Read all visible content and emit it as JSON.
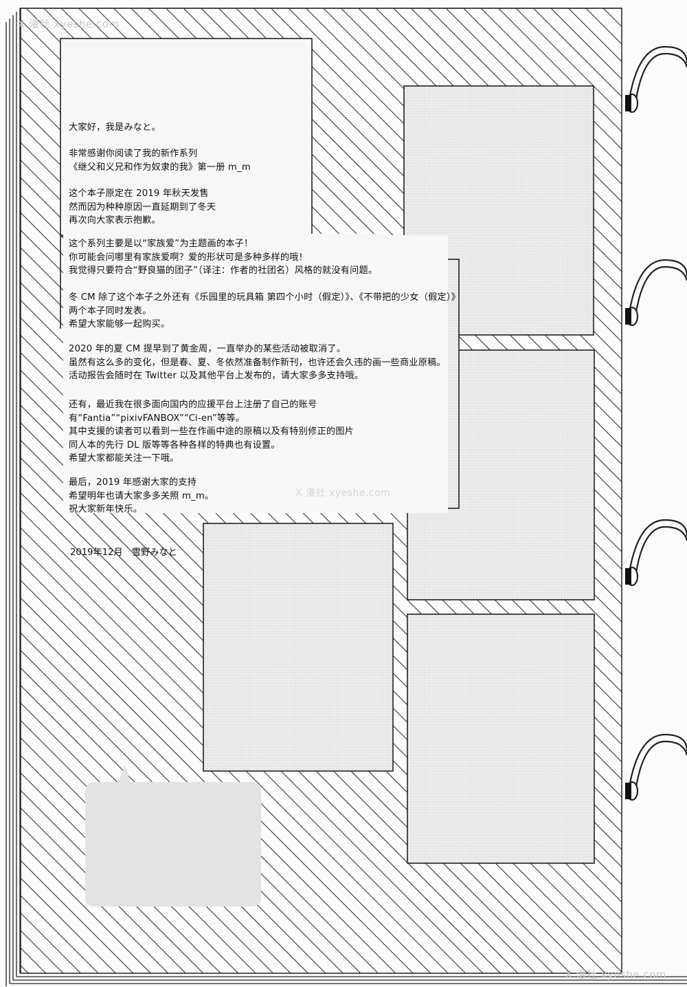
{
  "watermarks": {
    "top": "X 漫社 xyeshe.com",
    "middle": "X 漫社 xyeshe.com",
    "bottom": "X 漫社 xyeshe.com"
  },
  "afterword": {
    "greeting": "大家好，我是みなと。",
    "thanks": [
      "非常感谢你阅读了我的新作系列",
      "《继父和义兄和作为奴隶的我》第一册 m_m"
    ],
    "delay": [
      "这个本子原定在 2019 年秋天发售",
      "然而因为种种原因一直延期到了冬天",
      "再次向大家表示抱歉。"
    ],
    "series": [
      "这个系列主要是以“家族爱”为主题画的本子！",
      "你可能会问哪里有家族爱啊？爱的形状可是多种多样的哦！",
      "我觉得只要符合“野良猫的团子”（译注：作者的社团名）风格的就没有问题。"
    ],
    "winter_cm": [
      "冬 CM 除了这个本子之外还有《乐园里的玩具箱 第四个小时（假定）》、《不带把的少女（假定）》",
      "两个本子同时发表。",
      "希望大家能够一起购买。"
    ],
    "summer_cm": [
      "2020 年的夏 CM 提早到了黄金周，一直举办的某些活动被取消了。",
      "虽然有这么多的变化，但是春、夏、冬依然准备制作新刊，也许还会久违的画一些商业原稿。",
      "活动报告会随时在 Twitter 以及其他平台上发布的，请大家多多支持哦。"
    ],
    "fan_platforms": [
      "还有，最近我在很多面向国内的应援平台上注册了自己的账号",
      "有“Fantia”“pixivFANBOX”“Ci-en”等等。",
      "其中支援的读者可以看到一些在作画中途的原稿以及有特别修正的图片",
      "同人本的先行 DL 版等等各种各样的特典也有设置。",
      "希望大家都能关注一下哦。"
    ],
    "closing": [
      "最后，2019 年感谢大家的支持",
      "希望明年也请大家多多关照 m_m。",
      "祝大家新年快乐。"
    ],
    "signature": "2019年12月　雪野みなと"
  },
  "colors": {
    "ink": "#111111",
    "panel_fill": "#e9e9e9",
    "hatch": "#333333",
    "paper": "#fbfbfb"
  }
}
